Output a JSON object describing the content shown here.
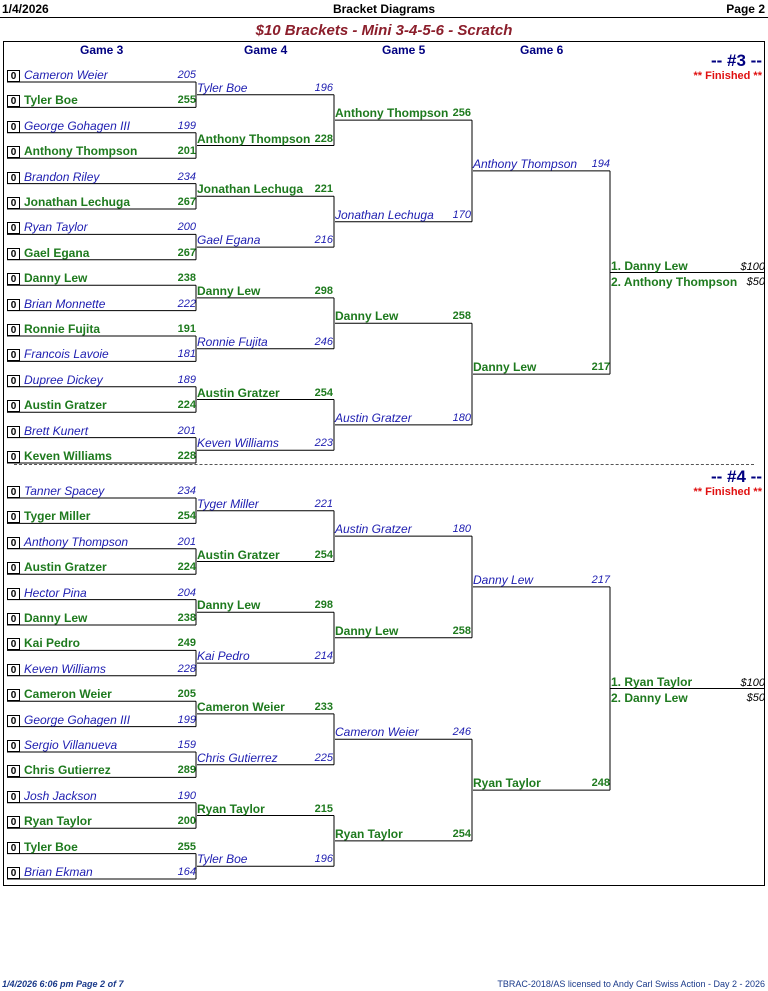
{
  "header": {
    "date": "1/4/2026",
    "title": "Bracket Diagrams",
    "page": "Page 2",
    "subtitle": "$10 Brackets - Mini 3-4-5-6 - Scratch"
  },
  "columns": [
    "Game 3",
    "Game 4",
    "Game 5",
    "Game 6"
  ],
  "brackets": [
    {
      "number": "-- #3 --",
      "status": "** Finished **",
      "game3": [
        {
          "seed": "0",
          "name": "Cameron Weier",
          "score": "205",
          "win": false
        },
        {
          "seed": "0",
          "name": "Tyler Boe",
          "score": "255",
          "win": true
        },
        {
          "seed": "0",
          "name": "George Gohagen III",
          "score": "199",
          "win": false
        },
        {
          "seed": "0",
          "name": "Anthony Thompson",
          "score": "201",
          "win": true
        },
        {
          "seed": "0",
          "name": "Brandon Riley",
          "score": "234",
          "win": false
        },
        {
          "seed": "0",
          "name": "Jonathan Lechuga",
          "score": "267",
          "win": true
        },
        {
          "seed": "0",
          "name": "Ryan Taylor",
          "score": "200",
          "win": false
        },
        {
          "seed": "0",
          "name": "Gael Egana",
          "score": "267",
          "win": true
        },
        {
          "seed": "0",
          "name": "Danny Lew",
          "score": "238",
          "win": true
        },
        {
          "seed": "0",
          "name": "Brian Monnette",
          "score": "222",
          "win": false
        },
        {
          "seed": "0",
          "name": "Ronnie Fujita",
          "score": "191",
          "win": true
        },
        {
          "seed": "0",
          "name": "Francois Lavoie",
          "score": "181",
          "win": false
        },
        {
          "seed": "0",
          "name": "Dupree Dickey",
          "score": "189",
          "win": false
        },
        {
          "seed": "0",
          "name": "Austin Gratzer",
          "score": "224",
          "win": true
        },
        {
          "seed": "0",
          "name": "Brett Kunert",
          "score": "201",
          "win": false
        },
        {
          "seed": "0",
          "name": "Keven Williams",
          "score": "228",
          "win": true
        }
      ],
      "game4": [
        {
          "name": "Tyler Boe",
          "score": "196",
          "win": false
        },
        {
          "name": "Anthony Thompson",
          "score": "228",
          "win": true
        },
        {
          "name": "Jonathan Lechuga",
          "score": "221",
          "win": true
        },
        {
          "name": "Gael Egana",
          "score": "216",
          "win": false
        },
        {
          "name": "Danny Lew",
          "score": "298",
          "win": true
        },
        {
          "name": "Ronnie Fujita",
          "score": "246",
          "win": false
        },
        {
          "name": "Austin Gratzer",
          "score": "254",
          "win": true
        },
        {
          "name": "Keven Williams",
          "score": "223",
          "win": false
        }
      ],
      "game5": [
        {
          "name": "Anthony Thompson",
          "score": "256",
          "win": true
        },
        {
          "name": "Jonathan Lechuga",
          "score": "170",
          "win": false
        },
        {
          "name": "Danny Lew",
          "score": "258",
          "win": true
        },
        {
          "name": "Austin Gratzer",
          "score": "180",
          "win": false
        }
      ],
      "game6": [
        {
          "name": "Anthony Thompson",
          "score": "194",
          "win": false
        },
        {
          "name": "Danny Lew",
          "score": "217",
          "win": true
        }
      ],
      "places": [
        {
          "label": "1. Danny Lew",
          "prize": "$100"
        },
        {
          "label": "2. Anthony Thompson",
          "prize": "$50"
        }
      ]
    },
    {
      "number": "-- #4 --",
      "status": "** Finished **",
      "game3": [
        {
          "seed": "0",
          "name": "Tanner Spacey",
          "score": "234",
          "win": false
        },
        {
          "seed": "0",
          "name": "Tyger Miller",
          "score": "254",
          "win": true
        },
        {
          "seed": "0",
          "name": "Anthony Thompson",
          "score": "201",
          "win": false
        },
        {
          "seed": "0",
          "name": "Austin Gratzer",
          "score": "224",
          "win": true
        },
        {
          "seed": "0",
          "name": "Hector Pina",
          "score": "204",
          "win": false
        },
        {
          "seed": "0",
          "name": "Danny Lew",
          "score": "238",
          "win": true
        },
        {
          "seed": "0",
          "name": "Kai Pedro",
          "score": "249",
          "win": true
        },
        {
          "seed": "0",
          "name": "Keven Williams",
          "score": "228",
          "win": false
        },
        {
          "seed": "0",
          "name": "Cameron Weier",
          "score": "205",
          "win": true
        },
        {
          "seed": "0",
          "name": "George Gohagen III",
          "score": "199",
          "win": false
        },
        {
          "seed": "0",
          "name": "Sergio Villanueva",
          "score": "159",
          "win": false
        },
        {
          "seed": "0",
          "name": "Chris Gutierrez",
          "score": "289",
          "win": true
        },
        {
          "seed": "0",
          "name": "Josh Jackson",
          "score": "190",
          "win": false
        },
        {
          "seed": "0",
          "name": "Ryan Taylor",
          "score": "200",
          "win": true
        },
        {
          "seed": "0",
          "name": "Tyler Boe",
          "score": "255",
          "win": true
        },
        {
          "seed": "0",
          "name": "Brian Ekman",
          "score": "164",
          "win": false
        }
      ],
      "game4": [
        {
          "name": "Tyger Miller",
          "score": "221",
          "win": false
        },
        {
          "name": "Austin Gratzer",
          "score": "254",
          "win": true
        },
        {
          "name": "Danny Lew",
          "score": "298",
          "win": true
        },
        {
          "name": "Kai Pedro",
          "score": "214",
          "win": false
        },
        {
          "name": "Cameron Weier",
          "score": "233",
          "win": true
        },
        {
          "name": "Chris Gutierrez",
          "score": "225",
          "win": false
        },
        {
          "name": "Ryan Taylor",
          "score": "215",
          "win": true
        },
        {
          "name": "Tyler Boe",
          "score": "196",
          "win": false
        }
      ],
      "game5": [
        {
          "name": "Austin Gratzer",
          "score": "180",
          "win": false
        },
        {
          "name": "Danny Lew",
          "score": "258",
          "win": true
        },
        {
          "name": "Cameron Weier",
          "score": "246",
          "win": false
        },
        {
          "name": "Ryan Taylor",
          "score": "254",
          "win": true
        }
      ],
      "game6": [
        {
          "name": "Danny Lew",
          "score": "217",
          "win": false
        },
        {
          "name": "Ryan Taylor",
          "score": "248",
          "win": true
        }
      ],
      "places": [
        {
          "label": "1. Ryan Taylor",
          "prize": "$100"
        },
        {
          "label": "2. Danny Lew",
          "prize": "$50"
        }
      ]
    }
  ],
  "footer": {
    "left": "1/4/2026  6:06 pm  Page 2 of 7",
    "right": "TBRAC-2018/AS licensed to Andy Carl  Swiss Action - Day 2 - 2026"
  }
}
